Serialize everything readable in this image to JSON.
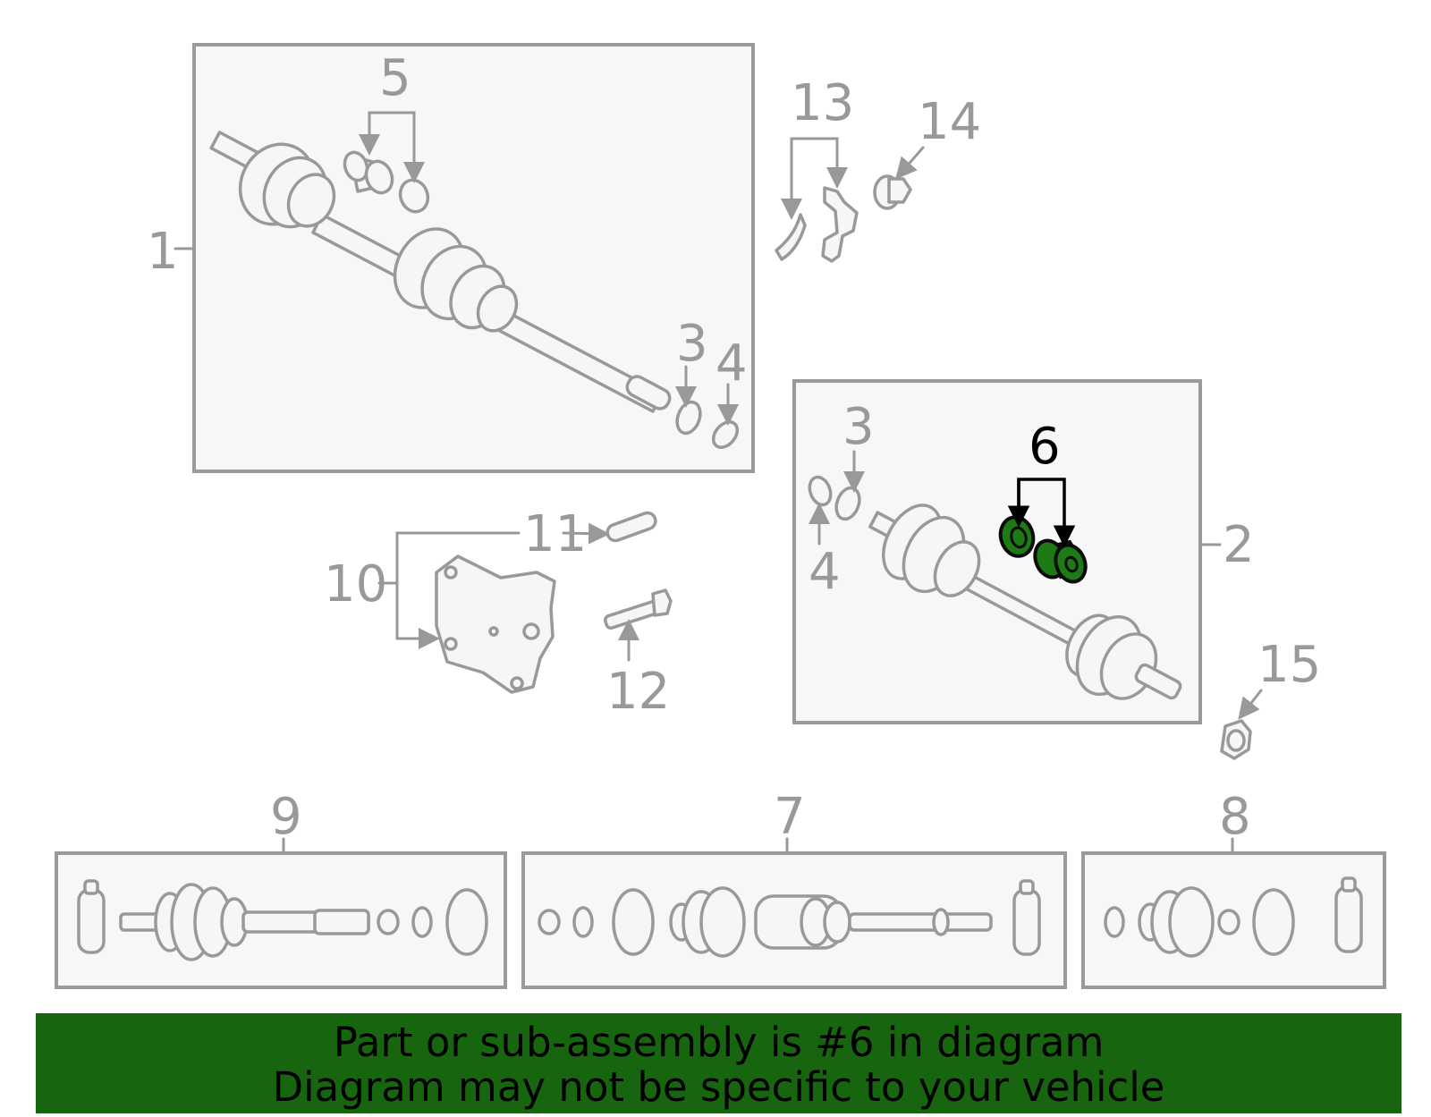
{
  "labels": {
    "l1": "1",
    "l2": "2",
    "l3a": "3",
    "l3b": "3",
    "l4a": "4",
    "l4b": "4",
    "l5": "5",
    "l6": "6",
    "l7": "7",
    "l8": "8",
    "l9": "9",
    "l10": "10",
    "l11": "11",
    "l12": "12",
    "l13": "13",
    "l14": "14",
    "l15": "15"
  },
  "highlight": {
    "part": "6",
    "color": "#1d7a14"
  },
  "footer": {
    "line1": "Part or sub-assembly is #6 in diagram",
    "line2": "Diagram may not be specific to your vehicle",
    "color": "#17660f"
  }
}
